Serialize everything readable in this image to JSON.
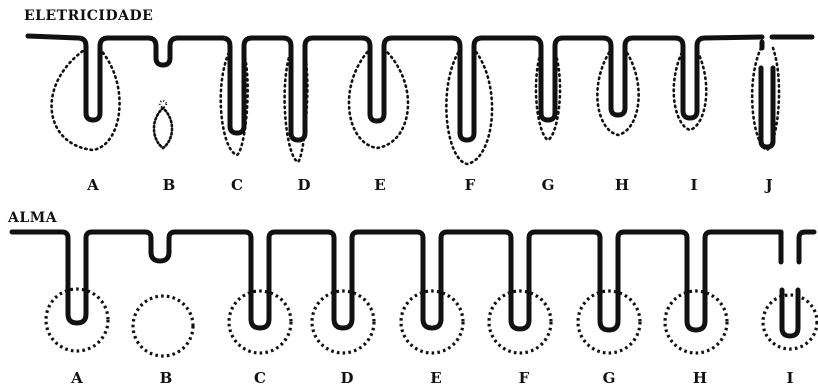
{
  "sections": [
    {
      "title": "ELETRICIDADE",
      "labels": [
        "A",
        "B",
        "C",
        "D",
        "E",
        "F",
        "G",
        "H",
        "I",
        "J"
      ]
    },
    {
      "title": "ALMA",
      "labels": [
        "A",
        "B",
        "C",
        "D",
        "E",
        "F",
        "G",
        "H",
        "I"
      ]
    }
  ],
  "colors": {
    "ink": "#111111",
    "background": "#ffffff"
  }
}
